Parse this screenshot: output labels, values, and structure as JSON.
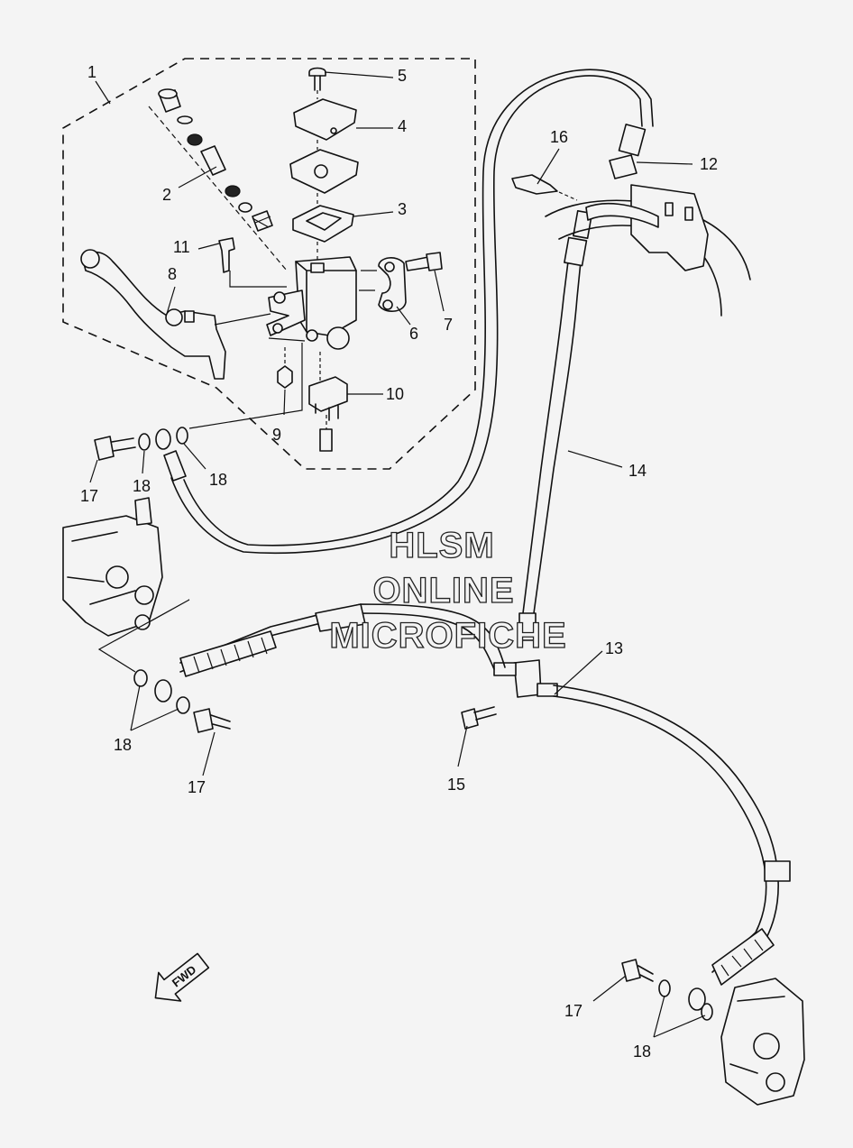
{
  "callouts": [
    {
      "id": "c1",
      "label": "1"
    },
    {
      "id": "c2",
      "label": "2"
    },
    {
      "id": "c3",
      "label": "3"
    },
    {
      "id": "c4",
      "label": "4"
    },
    {
      "id": "c5",
      "label": "5"
    },
    {
      "id": "c6",
      "label": "6"
    },
    {
      "id": "c7",
      "label": "7"
    },
    {
      "id": "c8",
      "label": "8"
    },
    {
      "id": "c9",
      "label": "9"
    },
    {
      "id": "c10",
      "label": "10"
    },
    {
      "id": "c11",
      "label": "11"
    },
    {
      "id": "c12",
      "label": "12"
    },
    {
      "id": "c13",
      "label": "13"
    },
    {
      "id": "c14",
      "label": "14"
    },
    {
      "id": "c15",
      "label": "15"
    },
    {
      "id": "c16",
      "label": "16"
    },
    {
      "id": "c17a",
      "label": "17"
    },
    {
      "id": "c17b",
      "label": "17"
    },
    {
      "id": "c17c",
      "label": "17"
    },
    {
      "id": "c18a",
      "label": "18"
    },
    {
      "id": "c18b",
      "label": "18"
    },
    {
      "id": "c18c",
      "label": "18"
    },
    {
      "id": "c18d",
      "label": "18"
    }
  ],
  "watermark": {
    "line1": "HLSM",
    "line2": "ONLINE",
    "line3": "MICROFICHE"
  },
  "direction_arrow": {
    "label": "FWD",
    "icon": "fwd-arrow-icon"
  }
}
